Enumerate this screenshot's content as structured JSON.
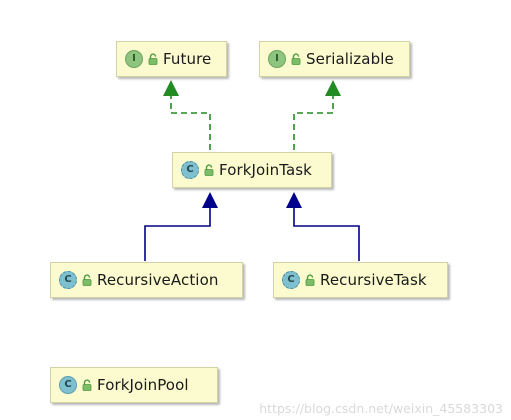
{
  "diagram": {
    "nodes": {
      "future": {
        "label": "Future",
        "kind": "I",
        "kind_type": "interface"
      },
      "serializable": {
        "label": "Serializable",
        "kind": "I",
        "kind_type": "interface"
      },
      "forkjointask": {
        "label": "ForkJoinTask",
        "kind": "C",
        "kind_type": "abstract"
      },
      "recursiveaction": {
        "label": "RecursiveAction",
        "kind": "C",
        "kind_type": "abstract"
      },
      "recursivetask": {
        "label": "RecursiveTask",
        "kind": "C",
        "kind_type": "abstract"
      },
      "forkjoinpool": {
        "label": "ForkJoinPool",
        "kind": "C",
        "kind_type": "class"
      }
    },
    "edges": [
      {
        "from": "ForkJoinTask",
        "to": "Future",
        "relation": "implements",
        "style": "dashed",
        "color": "#228b22"
      },
      {
        "from": "ForkJoinTask",
        "to": "Serializable",
        "relation": "implements",
        "style": "dashed",
        "color": "#228b22"
      },
      {
        "from": "RecursiveAction",
        "to": "ForkJoinTask",
        "relation": "extends",
        "style": "solid",
        "color": "#00008b"
      },
      {
        "from": "RecursiveTask",
        "to": "ForkJoinTask",
        "relation": "extends",
        "style": "solid",
        "color": "#00008b"
      }
    ]
  },
  "watermark": "https://blog.csdn.net/weixin_45583303"
}
